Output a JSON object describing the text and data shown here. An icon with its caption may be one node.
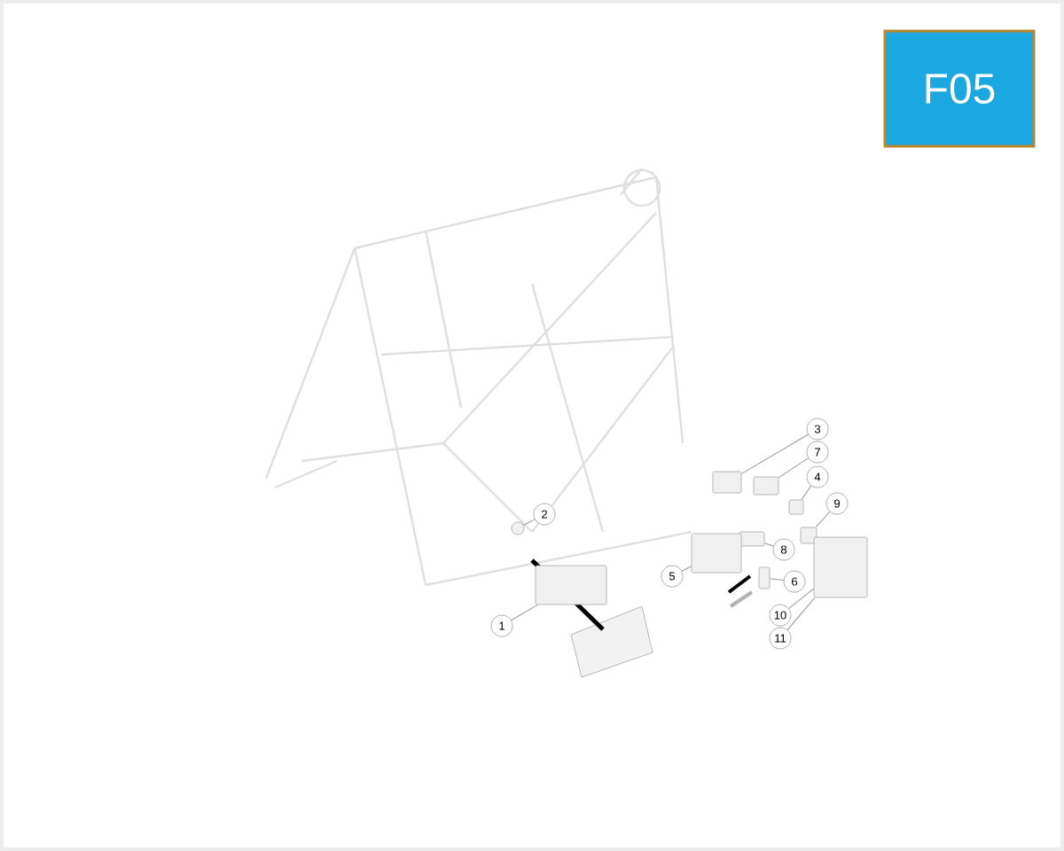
{
  "diagram": {
    "nodes": [
      {
        "text": [
          "F05"
        ]
      },
      {
        "text": [
          "3"
        ]
      },
      {
        "text": [
          "7"
        ]
      },
      {
        "text": [
          "4"
        ]
      },
      {
        "text": [
          "9"
        ]
      },
      {
        "text": [
          "2"
        ]
      },
      {
        "text": [
          "8"
        ]
      },
      {
        "text": [
          "5"
        ]
      },
      {
        "text": [
          "6"
        ]
      },
      {
        "text": [
          "10"
        ]
      },
      {
        "text": [
          "1"
        ]
      },
      {
        "text": [
          "11"
        ]
      },
      {
        "text": [],
        "shape": "box"
      },
      {
        "text": [],
        "shape": "box"
      },
      {
        "text": [],
        "shape": "box"
      },
      {
        "text": [],
        "shape": "circle"
      },
      {
        "text": [],
        "shape": "box"
      },
      {
        "text": [],
        "shape": "box"
      },
      {
        "text": [],
        "shape": "box"
      },
      {
        "text": [],
        "shape": "box"
      },
      {
        "text": [],
        "shape": "box"
      },
      {
        "text": [],
        "shape": "box"
      }
    ],
    "edges": [
      {
        "from": 1,
        "to": 12,
        "arrow": "none"
      },
      {
        "from": 2,
        "to": 13,
        "arrow": "none"
      },
      {
        "from": 3,
        "to": 14,
        "arrow": "none"
      },
      {
        "from": 4,
        "to": 16,
        "arrow": "none"
      },
      {
        "from": 5,
        "to": 15,
        "arrow": "none"
      },
      {
        "from": 6,
        "to": 17,
        "arrow": "none"
      },
      {
        "from": 7,
        "to": 18,
        "arrow": "none"
      },
      {
        "from": 8,
        "to": 19,
        "arrow": "none"
      },
      {
        "from": 9,
        "to": 21,
        "arrow": "none"
      },
      {
        "from": 10,
        "to": 20,
        "arrow": "none"
      },
      {
        "from": 11,
        "to": 21,
        "arrow": "none"
      }
    ]
  }
}
